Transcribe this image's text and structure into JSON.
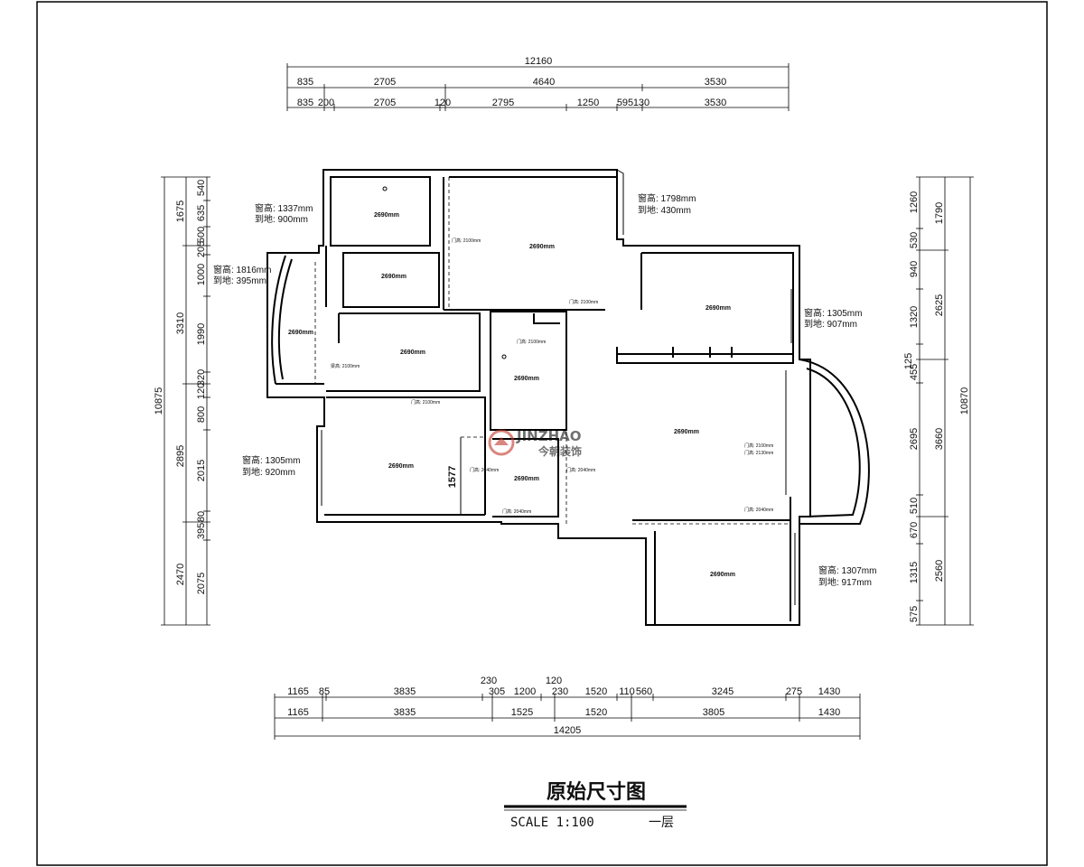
{
  "drawing": {
    "title": "原始尺寸图",
    "scale_label": "SCALE 1:100",
    "floor_label": "一层"
  },
  "watermark": {
    "brand_en": "JINZHAO",
    "brand_cn": "今朝装饰",
    "color": "#c0392b"
  },
  "top_dims": {
    "total": "12160",
    "row1": [
      "835",
      "2705",
      "4640",
      "3530"
    ],
    "row2": [
      "835",
      "200",
      "2705",
      "120",
      "2795",
      "1250",
      "595",
      "130",
      "3530"
    ]
  },
  "bottom_dims": {
    "total": "14205",
    "top_extra": [
      "230",
      "120"
    ],
    "row1": [
      "1165",
      "85",
      "3835",
      "305",
      "1200",
      "230",
      "1520",
      "110",
      "560",
      "3245",
      "275",
      "1430"
    ],
    "row2": [
      "1165",
      "3835",
      "1525",
      "1520",
      "3805",
      "1430"
    ]
  },
  "left_dims": {
    "total": "10875",
    "col_outer": [
      "1675",
      "3310",
      "2895",
      "2470"
    ],
    "col_inner": [
      "540",
      "635",
      "500",
      "205",
      "1000",
      "1990",
      "320",
      "120",
      "800",
      "2015",
      "80",
      "395",
      "2075"
    ]
  },
  "right_dims": {
    "total": "10870",
    "col_outer": [
      "1790",
      "2625",
      "3660",
      "2560"
    ],
    "col_inner": [
      "1260",
      "530",
      "940",
      "1320",
      "125",
      "455",
      "2695",
      "510",
      "670",
      "1315",
      "575"
    ]
  },
  "height_mark": "1577",
  "room_heights": [
    "2690mm",
    "2690mm",
    "2690mm",
    "2690mm",
    "2690mm",
    "2690mm",
    "2690mm",
    "2690mm",
    "2690mm",
    "2690mm",
    "2690mm"
  ],
  "window_notes": [
    {
      "line1": "窗高: 1337mm",
      "line2": "到地: 900mm"
    },
    {
      "line1": "窗高: 1816mm",
      "line2": "到地: 395mm"
    },
    {
      "line1": "窗高: 1798mm",
      "line2": "到地: 430mm"
    },
    {
      "line1": "窗高: 1305mm",
      "line2": "到地: 907mm"
    },
    {
      "line1": "窗高: 1305mm",
      "line2": "到地: 920mm"
    },
    {
      "line1": "窗高: 1307mm",
      "line2": "到地: 917mm"
    }
  ],
  "door_notes": [
    "门高: 2100mm",
    "门高: 2100mm",
    "门高: 2100mm",
    "门高: 2100mm",
    "门高: 2100mm",
    "门高: 2040mm",
    "门高: 2040mm",
    "门高: 2040mm",
    "门高: 2040mm",
    "门高: 2040mm",
    "门高: 2130mm",
    "门高: 2040mm"
  ],
  "beam_note": "梁高: 2100mm"
}
